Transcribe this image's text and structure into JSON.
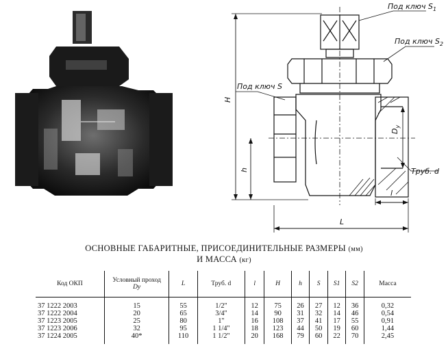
{
  "drawing": {
    "label_s1": "Под ключ S",
    "label_s1_sub": "1",
    "label_s2": "Под ключ S",
    "label_s2_sub": "2",
    "label_s": "Под ключ S",
    "label_H": "H",
    "label_h": "h",
    "label_Dy": "D",
    "label_Dy_sub": "y",
    "label_trub": "Труб. d",
    "label_l": "l",
    "label_L": "L"
  },
  "caption": {
    "line1_main": "ОСНОВНЫЕ ГАБАРИТНЫЕ, ПРИСОЕДИНИТЕЛЬНЫЕ РАЗМЕРЫ",
    "line1_unit": "(мм)",
    "line2_main": "И МАССА",
    "line2_unit": "(кг)"
  },
  "table": {
    "headers": {
      "code": "Код ОКП",
      "dn": "Условный проход",
      "dn_sym": "Dy",
      "L": "L",
      "trub": "Труб. d",
      "l": "l",
      "H": "H",
      "h": "h",
      "S": "S",
      "S1": "S1",
      "S2": "S2",
      "mass": "Масса"
    },
    "rows": [
      {
        "code": "37 1222 2003",
        "dn": "15",
        "L": "55",
        "d": "1/2''",
        "l": "12",
        "H": "75",
        "h": "26",
        "S": "27",
        "S1": "12",
        "S2": "36",
        "mass": "0,32"
      },
      {
        "code": "37 1222 2004",
        "dn": "20",
        "L": "65",
        "d": "3/4''",
        "l": "14",
        "H": "90",
        "h": "31",
        "S": "32",
        "S1": "14",
        "S2": "46",
        "mass": "0,54"
      },
      {
        "code": "37 1223 2005",
        "dn": "25",
        "L": "80",
        "d": "1''",
        "l": "16",
        "H": "108",
        "h": "37",
        "S": "41",
        "S1": "17",
        "S2": "55",
        "mass": "0,91"
      },
      {
        "code": "37 1223 2006",
        "dn": "32",
        "L": "95",
        "d": "1 1/4''",
        "l": "18",
        "H": "123",
        "h": "44",
        "S": "50",
        "S1": "19",
        "S2": "60",
        "mass": "1,44"
      },
      {
        "code": "37 1224 2005",
        "dn": "40*",
        "L": "110",
        "d": "1 1/2''",
        "l": "20",
        "H": "168",
        "h": "79",
        "S": "60",
        "S1": "22",
        "S2": "70",
        "mass": "2,45"
      }
    ]
  }
}
